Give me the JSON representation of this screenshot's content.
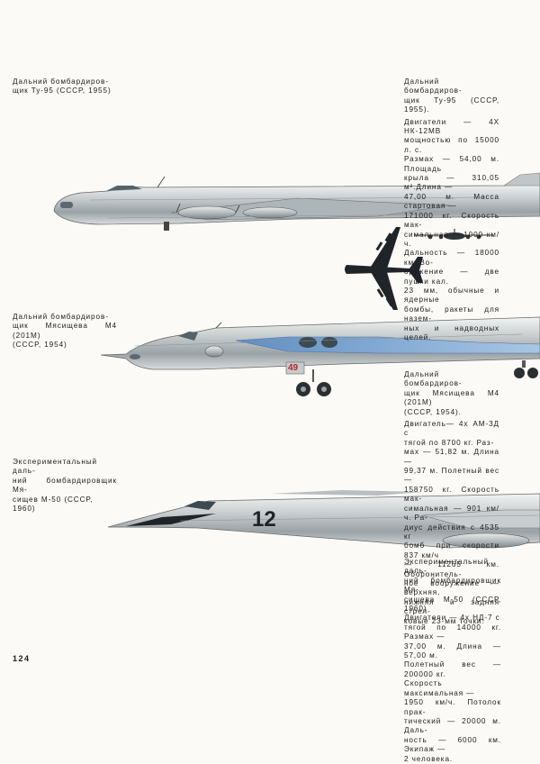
{
  "tu95": {
    "caption_short": [
      "Дальний бомбардиров-",
      "щик Ту-95 (СССР, 1955)"
    ],
    "caption_long": [
      "Дальний бомбардиров-",
      "щик Ту-95 (СССР, 1955)."
    ],
    "specs": [
      "Двигатели — 4Х НК-12МВ",
      "мощностью по 15000 л. с.",
      "Размах — 54,00 м. Площадь",
      "крыла — 310,05 м².Длина —",
      "47,00 м. Масса стартовая —",
      "171000 кг. Скорость мак-",
      "симальная — 1000 км/ч.",
      "Дальность — 18000 км. Во-",
      "оружение — две пушки кал.",
      "23 мм, обычные и ядерные",
      "бомбы, ракеты для назем-",
      "ных и надводных целей."
    ]
  },
  "m4": {
    "caption_short": [
      "Дальний бомбардиров-",
      "щик Мясищева М4 (201М)",
      "(СССР, 1954)"
    ],
    "caption_long": [
      "Дальний бомбардиров-",
      "щик Мясищева М4 (201М)",
      "(СССР, 1954)."
    ],
    "specs": [
      "Двигатель— 4х АМ-3Д с",
      "тягой по 8700 кг. Раз-",
      "мах — 51,82 м. Длина —",
      "99,37 м. Полетный вес —",
      "158750 кг. Скорость мак-",
      "симальная — 901 км/ч. Ра-",
      "диус действия с 4535 кг",
      "бомб при скорости 837 км/ч",
      "— 11265 км. Оборонитель-",
      "ное вооружение — верхняя,",
      "нижняя и задняя стрел-",
      "ковые 23-мм точки."
    ],
    "tail_number": "49"
  },
  "m50": {
    "caption_short": [
      "Экспериментальный даль-",
      "ний бомбардировщик Мя-",
      "сищев М-50 (СССР,",
      "1960)"
    ],
    "caption_long": [
      "Экспериментальный даль-",
      "ний бомбардировщик Мя-",
      "сищева М-50 (СССР, 1960)"
    ],
    "specs": [
      "Двигатели — 4х НД-7 с",
      "тягой по 14000 кг. Размах —",
      "37,00 м. Длина — 57,00 м.",
      "Полетный вес — 200000 кг.",
      "Скорость максимальная —",
      "1950 км/ч. Потолок прак-",
      "тический — 20000 м. Даль-",
      "ность — 6000 км. Экипаж —",
      "2 человека."
    ],
    "tail_number": "12"
  },
  "page_number": "124"
}
